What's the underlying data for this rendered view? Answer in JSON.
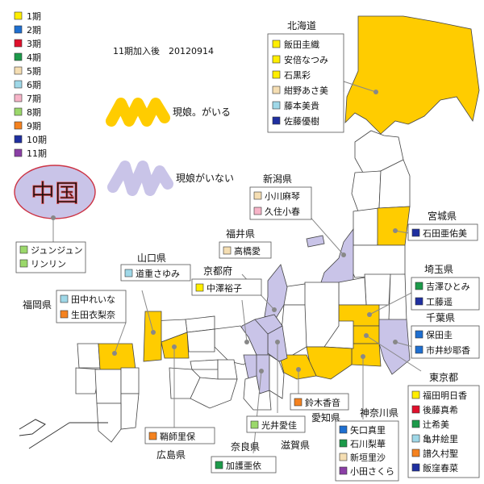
{
  "title": "11期加入後　20120914",
  "colors": {
    "resident": "#ffcc00",
    "non_resident": "#c9c4e8",
    "gen1": "#ffee00",
    "gen2": "#1e6fd0",
    "gen3": "#e0102c",
    "gen4": "#1c9a4a",
    "gen5": "#f5deb3",
    "gen6": "#9fd8e8",
    "gen7": "#f7b4c8",
    "gen8": "#9bd86b",
    "gen9": "#f5821f",
    "gen10": "#1f2fa0",
    "gen11": "#8b3fa6"
  },
  "legend": [
    {
      "label": "1期",
      "color": "#ffee00"
    },
    {
      "label": "2期",
      "color": "#1e6fd0"
    },
    {
      "label": "3期",
      "color": "#e0102c"
    },
    {
      "label": "4期",
      "color": "#1c9a4a"
    },
    {
      "label": "5期",
      "color": "#f5deb3"
    },
    {
      "label": "6期",
      "color": "#9fd8e8"
    },
    {
      "label": "7期",
      "color": "#f7b4c8"
    },
    {
      "label": "8期",
      "color": "#9bd86b"
    },
    {
      "label": "9期",
      "color": "#f5821f"
    },
    {
      "label": "10期",
      "color": "#1f2fa0"
    },
    {
      "label": "11期",
      "color": "#8b3fa6"
    }
  ],
  "key": {
    "resident_text": "現娘。がいる",
    "non_resident_text": "現娘がいない"
  },
  "china": {
    "label": "中国",
    "members": [
      {
        "name": "ジュンジュン",
        "color": "#9bd86b"
      },
      {
        "name": "リンリン",
        "color": "#9bd86b"
      }
    ]
  },
  "prefectures": {
    "hokkaido": {
      "label": "北海道",
      "members": [
        {
          "name": "飯田圭織",
          "color": "#ffee00"
        },
        {
          "name": "安倍なつみ",
          "color": "#ffee00"
        },
        {
          "name": "石黒彩",
          "color": "#ffee00"
        },
        {
          "name": "紺野あさ美",
          "color": "#f5deb3"
        },
        {
          "name": "藤本美貴",
          "color": "#9fd8e8"
        },
        {
          "name": "佐藤優樹",
          "color": "#1f2fa0"
        }
      ]
    },
    "niigata": {
      "label": "新潟県",
      "members": [
        {
          "name": "小川麻琴",
          "color": "#f5deb3"
        },
        {
          "name": "久住小春",
          "color": "#f7b4c8"
        }
      ]
    },
    "miyagi": {
      "label": "宮城県",
      "members": [
        {
          "name": "石田亜佑美",
          "color": "#1f2fa0"
        }
      ]
    },
    "fukui": {
      "label": "福井県",
      "members": [
        {
          "name": "高橋愛",
          "color": "#f5deb3"
        }
      ]
    },
    "yamaguchi": {
      "label": "山口県",
      "members": [
        {
          "name": "道重さゆみ",
          "color": "#9fd8e8"
        }
      ]
    },
    "kyoto": {
      "label": "京都府",
      "members": [
        {
          "name": "中澤裕子",
          "color": "#ffee00"
        }
      ]
    },
    "saitama": {
      "label": "埼玉県",
      "members": [
        {
          "name": "吉澤ひとみ",
          "color": "#1c9a4a"
        },
        {
          "name": "工藤遥",
          "color": "#1f2fa0"
        }
      ]
    },
    "chiba": {
      "label": "千葉県",
      "members": [
        {
          "name": "保田圭",
          "color": "#1e6fd0"
        },
        {
          "name": "市井紗耶香",
          "color": "#1e6fd0"
        }
      ]
    },
    "fukuoka": {
      "label": "福岡県",
      "members": [
        {
          "name": "田中れいな",
          "color": "#9fd8e8"
        },
        {
          "name": "生田衣梨奈",
          "color": "#f5821f"
        }
      ]
    },
    "tokyo": {
      "label": "東京都",
      "members": [
        {
          "name": "福田明日香",
          "color": "#ffee00"
        },
        {
          "name": "後藤真希",
          "color": "#e0102c"
        },
        {
          "name": "辻希美",
          "color": "#1c9a4a"
        },
        {
          "name": "亀井絵里",
          "color": "#9fd8e8"
        },
        {
          "name": "譜久村聖",
          "color": "#f5821f"
        },
        {
          "name": "飯窪春菜",
          "color": "#1f2fa0"
        }
      ]
    },
    "aichi": {
      "label": "愛知県",
      "members": [
        {
          "name": "鈴木香音",
          "color": "#f5821f"
        }
      ]
    },
    "shiga": {
      "label": "滋賀県",
      "members": [
        {
          "name": "光井愛佳",
          "color": "#9bd86b"
        }
      ]
    },
    "hiroshima": {
      "label": "広島県",
      "members": [
        {
          "name": "鞘師里保",
          "color": "#f5821f"
        }
      ]
    },
    "nara": {
      "label": "奈良県",
      "members": [
        {
          "name": "加護亜依",
          "color": "#1c9a4a"
        }
      ]
    },
    "kanagawa": {
      "label": "神奈川県",
      "members": [
        {
          "name": "矢口真里",
          "color": "#1e6fd0"
        },
        {
          "name": "石川梨華",
          "color": "#1c9a4a"
        },
        {
          "name": "新垣里沙",
          "color": "#f5deb3"
        },
        {
          "name": "小田さくら",
          "color": "#8b3fa6"
        }
      ]
    }
  }
}
